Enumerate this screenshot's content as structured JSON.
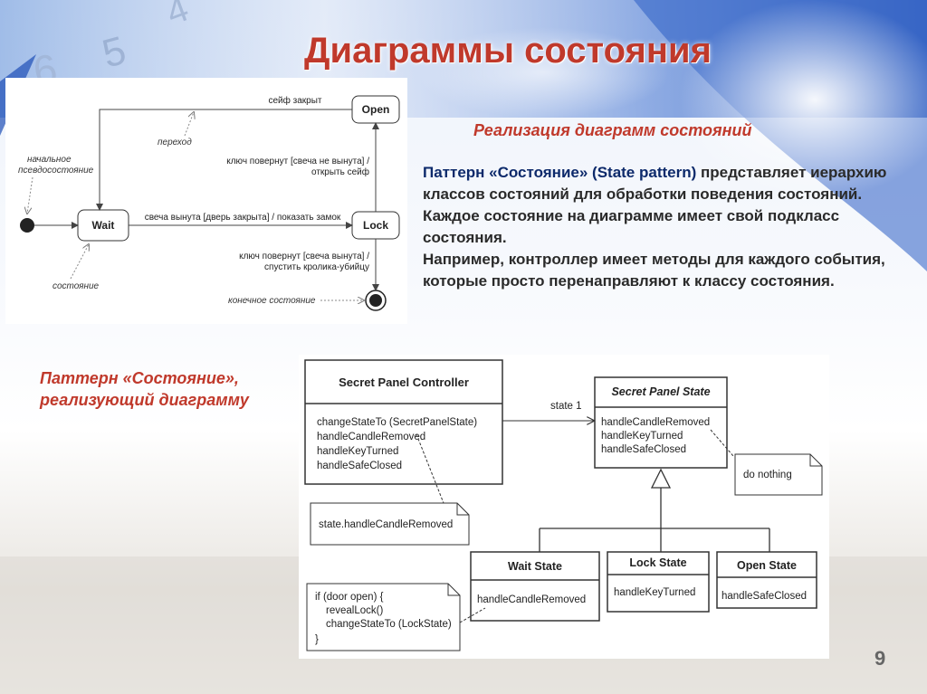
{
  "slide": {
    "title": "Диаграммы состояния",
    "subtitle": "Реализация диаграмм состояний",
    "desc_hl": "Паттерн «Состояние» (State pattern)",
    "desc_rest": " представляет иерархию классов состояний для обработки поведения состояний.",
    "desc_p2": "Каждое состояние на диаграмме имеет свой подкласс состояния.",
    "desc_p3": "Например, контроллер имеет методы для каждого события, которые просто перенаправляют к классу состояния.",
    "side_caption_1": "Паттерн «Состояние»,",
    "side_caption_2": "реализующий диаграмму",
    "page_number": "9"
  },
  "state_diagram": {
    "states": {
      "open": "Open",
      "wait": "Wait",
      "lock": "Lock"
    },
    "transitions": {
      "safe_closed": "сейф закрыт",
      "key_turned_1": "ключ повернут [свеча не вынута] /",
      "key_turned_1b": "открыть сейф",
      "candle_removed": "свеча вынута [дверь закрыта] / показать замок",
      "key_turned_2": "ключ повернут [свеча вынута] /",
      "key_turned_2b": "спустить кролика-убийцу"
    },
    "annotations": {
      "initial_1": "начальное",
      "initial_2": "псевдосостояние",
      "transition": "переход",
      "state": "состояние",
      "final": "конечное состояние"
    }
  },
  "class_diagram": {
    "controller": {
      "name": "Secret Panel Controller",
      "methods": [
        "changeStateTo (SecretPanelState)",
        "handleCandleRemoved",
        "handleKeyTurned",
        "handleSafeClosed"
      ]
    },
    "association": "state 1",
    "state_class": {
      "name": "Secret Panel State",
      "methods": [
        "handleCandleRemoved",
        "handleKeyTurned",
        "handleSafeClosed"
      ]
    },
    "note_do_nothing": "do nothing",
    "note_delegate": "state.handleCandleRemoved",
    "subclasses": [
      {
        "name": "Wait State",
        "method": "handleCandleRemoved"
      },
      {
        "name": "Lock State",
        "method": "handleKeyTurned"
      },
      {
        "name": "Open State",
        "method": "handleSafeClosed"
      }
    ],
    "code_note": [
      "if (door open) {",
      "revealLock()",
      "changeStateTo (LockState)",
      "}"
    ]
  },
  "colors": {
    "title": "#c0392b",
    "text": "#2a2a2a",
    "highlight": "#0d2a6b",
    "line": "#333333"
  }
}
